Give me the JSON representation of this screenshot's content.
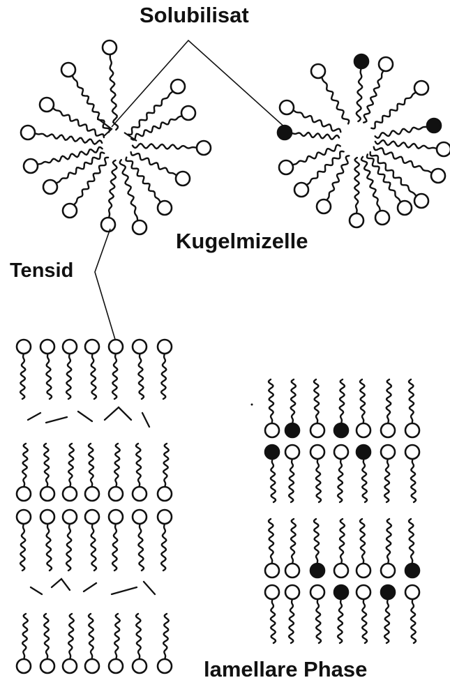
{
  "labels": {
    "solubilisat": "Solubilisat",
    "kugelmizelle": "Kugelmizelle",
    "tensid": "Tensid",
    "lamellare_phase": "lamellare Phase"
  },
  "colors": {
    "ink": "#111111",
    "head_fill_surfactant": "#ffffff",
    "head_fill_solubilisate": "#111111"
  },
  "legend_semantics": {
    "open_circle": "surfactant molecule head group",
    "filled_circle": "solubilisate molecule"
  }
}
